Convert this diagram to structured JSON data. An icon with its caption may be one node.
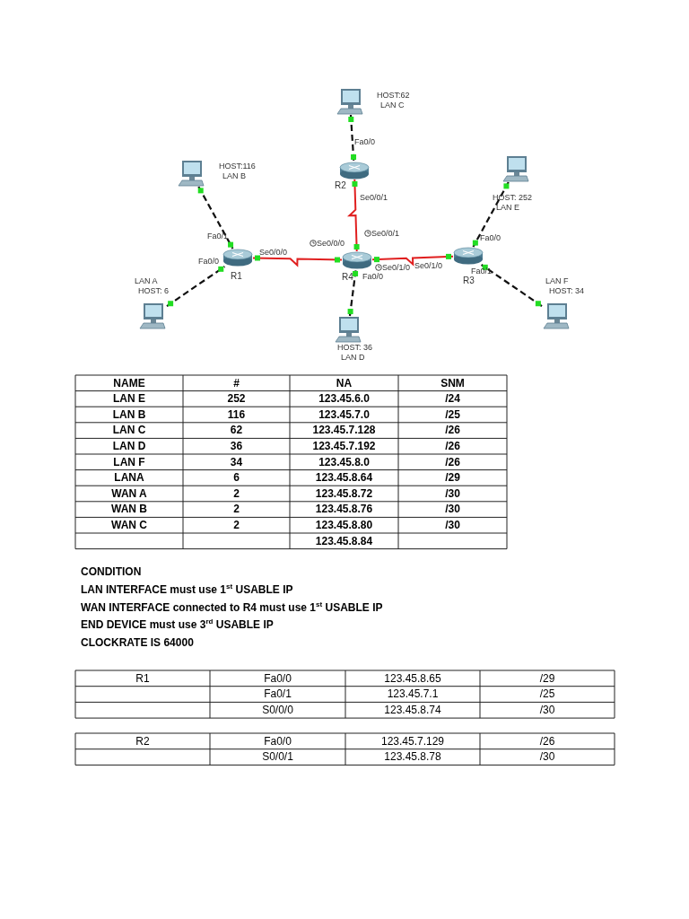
{
  "diagram": {
    "nodes": [
      {
        "text": [],
        "shape": "computer",
        "beside": [
          "HOST:62",
          "LAN C"
        ]
      },
      {
        "text": [],
        "shape": "computer",
        "beside": [
          "HOST:116",
          "LAN B"
        ]
      },
      {
        "text": [
          "R2"
        ]
      },
      {
        "text": [],
        "shape": "computer",
        "beside": [
          "HOST: 252",
          "LAN E"
        ]
      },
      {
        "text": [
          "R1"
        ]
      },
      {
        "text": [
          "R4"
        ]
      },
      {
        "text": [
          "R3"
        ]
      },
      {
        "text": [],
        "shape": "computer",
        "beside": [
          "LAN A",
          "HOST: 6"
        ]
      },
      {
        "text": [],
        "shape": "computer",
        "beside": [
          "LAN F",
          "HOST: 34"
        ]
      },
      {
        "text": [],
        "shape": "computer",
        "beside": [
          "HOST: 36",
          "LAN D"
        ]
      }
    ],
    "edges": [
      {
        "from": 0,
        "to": 2,
        "arrow": "none",
        "style": "dashed"
      },
      {
        "from": 1,
        "to": 4,
        "arrow": "none",
        "style": "dashed"
      },
      {
        "from": 7,
        "to": 4,
        "arrow": "none",
        "style": "dashed"
      },
      {
        "from": 4,
        "to": 5,
        "arrow": "none",
        "color": "#e02020"
      },
      {
        "from": 2,
        "to": 5,
        "arrow": "none",
        "color": "#e02020"
      },
      {
        "from": 5,
        "to": 6,
        "arrow": "none",
        "color": "#e02020"
      },
      {
        "from": 3,
        "to": 6,
        "arrow": "none",
        "style": "dashed"
      },
      {
        "from": 8,
        "to": 6,
        "arrow": "none",
        "style": "dashed"
      },
      {
        "from": 9,
        "to": 5,
        "arrow": "none",
        "style": "dashed"
      }
    ],
    "labels": [
      "Fa0/1",
      "Fa0/0",
      "Se0/0/0",
      "Fa0/0",
      "Se0/0/1",
      "Se0/0/1",
      "Se0/0/0",
      "Se0/1/0",
      "Fa0/0",
      "Se0/1/0",
      "Fa0/0",
      "Fa0/1",
      "NAME",
      "#",
      "NA",
      "SNM",
      "LAN E",
      "252",
      "123.45.6.0",
      "/24",
      "LAN B",
      "116",
      "123.45.7.0",
      "/25",
      "LAN C",
      "62",
      "123.45.7.128",
      "/26",
      "LAN D",
      "36",
      "123.45.7.192",
      "/26",
      "LAN F",
      "34",
      "123.45.8.0",
      "/26",
      "LANA",
      "6",
      "123.45.8.64",
      "/29",
      "WAN A",
      "2",
      "123.45.8.72",
      "/30",
      "WAN B",
      "2",
      "123.45.8.76",
      "/30",
      "WAN C",
      "2",
      "123.45.8.80",
      "/30",
      "123.45.8.84",
      "CONDITION",
      "LAN INTERFACE must use 1$^{st}$ USABLE IP",
      "WAN INTERFACE connected to R4 must use 1$^{st}$ USABLE IP",
      "END DEVICE must use 3$^{rd}$ USABLE IP",
      "CLOCKRATE IS 64000",
      "R1",
      "Fa0/0",
      "123.45.8.65",
      "/29",
      "Fa0/1",
      "123.45.7.1",
      "/25",
      "S0/0/0",
      "123.45.8.74",
      "/30",
      "R2",
      "Fa0/0",
      "123.45.7.129",
      "/26",
      "S0/0/1",
      "123.45.8.78",
      "/30"
    ]
  }
}
